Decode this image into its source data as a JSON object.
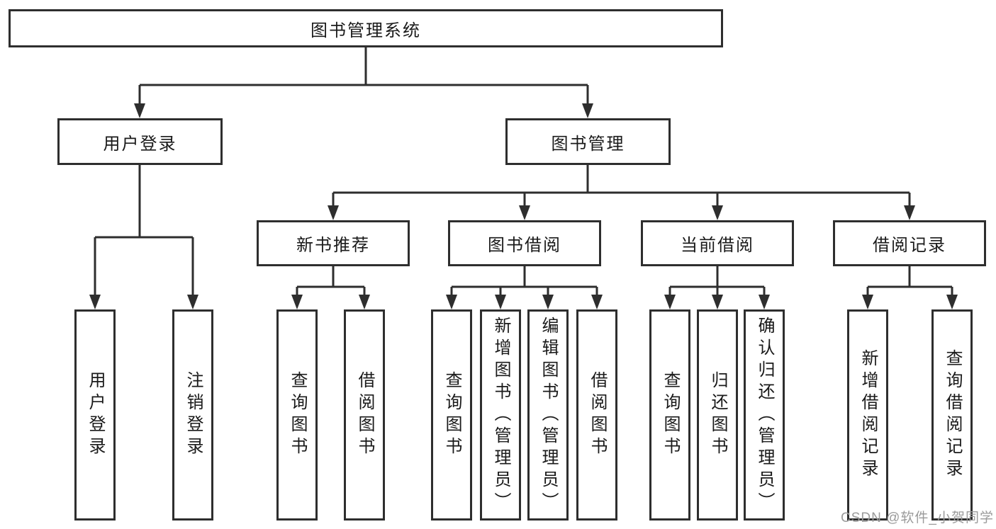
{
  "tree": {
    "label": "图书管理系统",
    "children": [
      {
        "label": "用户登录",
        "children": [
          {
            "label": "用户登录"
          },
          {
            "label": "注销登录"
          }
        ]
      },
      {
        "label": "图书管理",
        "children": [
          {
            "label": "新书推荐",
            "children": [
              {
                "label": "查询图书"
              },
              {
                "label": "借阅图书"
              }
            ]
          },
          {
            "label": "图书借阅",
            "children": [
              {
                "label": "查询图书"
              },
              {
                "label": "新增图书（管理员）"
              },
              {
                "label": "编辑图书（管理员）"
              },
              {
                "label": "借阅图书"
              }
            ]
          },
          {
            "label": "当前借阅",
            "children": [
              {
                "label": "查询图书"
              },
              {
                "label": "归还图书"
              },
              {
                "label": "确认归还（管理员）"
              }
            ]
          },
          {
            "label": "借阅记录",
            "children": [
              {
                "label": "新增借阅记录"
              },
              {
                "label": "查询借阅记录"
              }
            ]
          }
        ]
      }
    ]
  },
  "watermark": {
    "text": "CSDN @软件_小贺同学"
  },
  "colors": {
    "line": "#2e2e2e",
    "text": "#1a1a1a",
    "watermark": "#9b9b9b",
    "background": "#ffffff"
  }
}
